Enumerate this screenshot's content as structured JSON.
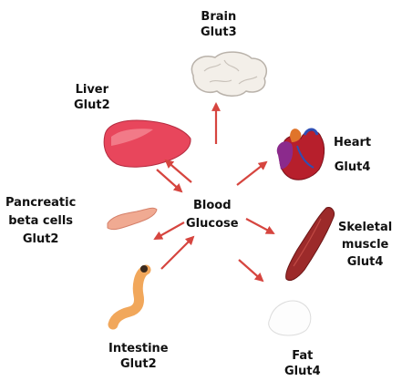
{
  "center": {
    "line1": "Blood",
    "line2": "Glucose"
  },
  "organs": {
    "brain": {
      "name": "Brain",
      "transporter": "Glut3"
    },
    "liver": {
      "name": "Liver",
      "transporter": "Glut2"
    },
    "heart": {
      "name": "Heart",
      "transporter": "Glut4"
    },
    "pancreas": {
      "name_line1": "Pancreatic",
      "name_line2": "beta cells",
      "transporter": "Glut2"
    },
    "muscle": {
      "name_line1": "Skeletal",
      "name_line2": "muscle",
      "transporter": "Glut4"
    },
    "intestine": {
      "name": "Intestine",
      "transporter": "Glut2"
    },
    "fat": {
      "name": "Fat",
      "transporter": "Glut4"
    }
  },
  "colors": {
    "arrow": "#d6453f",
    "text": "#111111"
  },
  "icons": [
    "brain-icon",
    "liver-icon",
    "heart-icon",
    "pancreas-icon",
    "muscle-icon",
    "intestine-icon",
    "fat-icon"
  ]
}
